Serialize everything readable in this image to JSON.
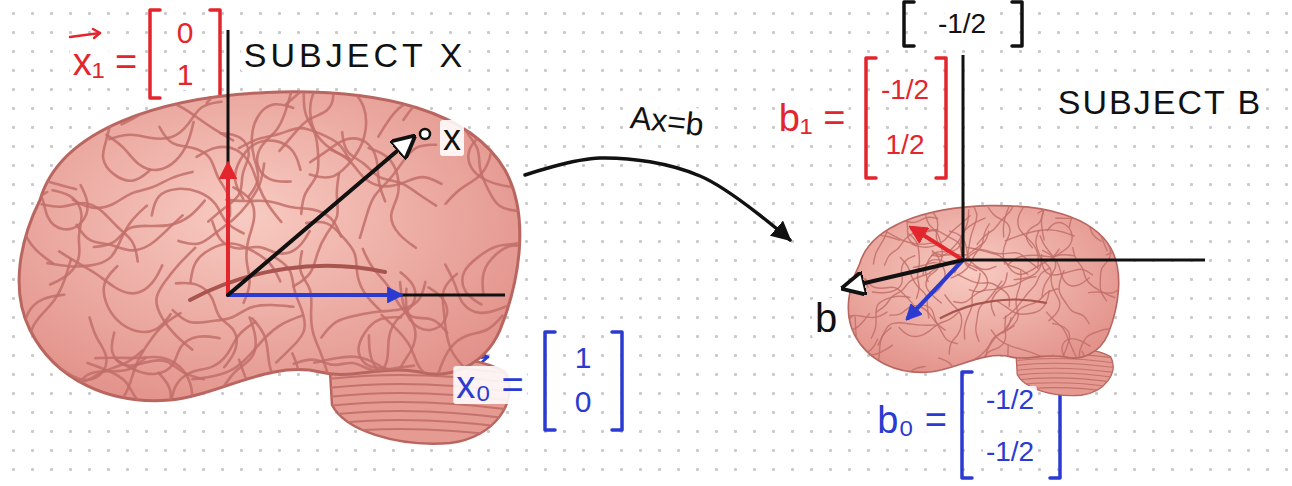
{
  "diagram": {
    "nodes": [
      {
        "text": [
          "SUBJECT X"
        ]
      },
      {
        "text": [
          "SUBJECT B"
        ]
      }
    ],
    "edges": [
      {
        "from": 0,
        "to": 1,
        "label": "Ax=b",
        "arrow": "to"
      }
    ],
    "labels": [
      "-1/2",
      "x₁ =",
      "0",
      "1",
      "x",
      "x₀ =",
      "1",
      "0",
      "b₁ =",
      "-1/2",
      "1/2",
      "b",
      "b₀ =",
      "-1/2",
      "-1/2"
    ]
  }
}
